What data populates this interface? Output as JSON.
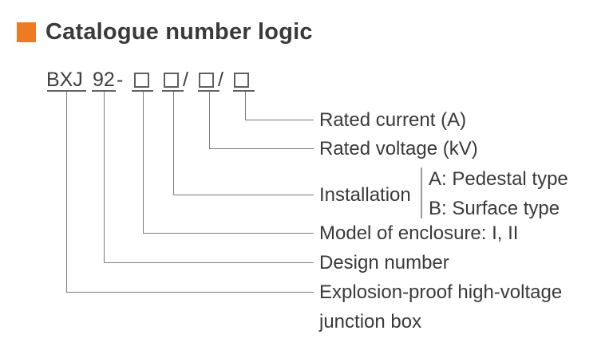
{
  "title": "Catalogue number logic",
  "colors": {
    "accent": "#EC7B23",
    "line": "#7b7b7b",
    "text": "#3a3a3a"
  },
  "code": {
    "prefix": "BXJ",
    "design_number": "92",
    "dash": "-",
    "slash1": "/",
    "slash2": "/",
    "placeholder_boxes": 4
  },
  "annotations": {
    "rated_current": "Rated current (A)",
    "rated_voltage": "Rated voltage (kV)",
    "installation": "Installation",
    "installation_option_a": "A: Pedestal type",
    "installation_option_b": "B: Surface type",
    "model_of_enclosure": "Model of enclosure: I, II",
    "design_number": "Design number",
    "product_line1": "Explosion-proof high-voltage",
    "product_line2": "junction box"
  }
}
